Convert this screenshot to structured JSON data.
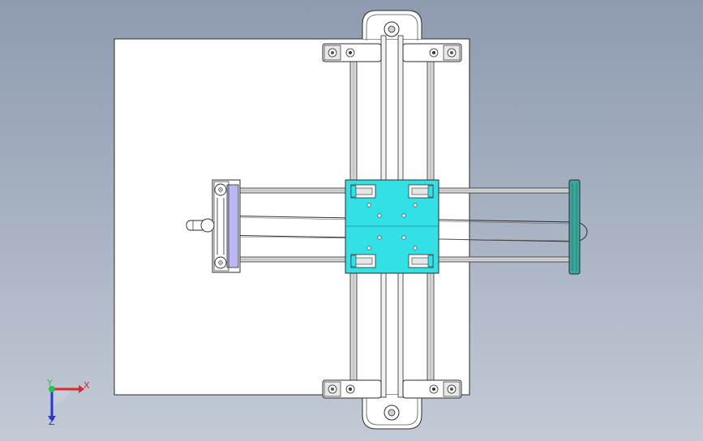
{
  "viewport": {
    "background_top": "#8e9bb0",
    "background_bottom": "#c3cad6"
  },
  "model": {
    "base_plate_color": "#ffffff",
    "rail_color": "#d9d9d9",
    "carriage_color": "#33e0e6",
    "end_stop_color": "#3aa79f",
    "slider_block_color": "#b9b7f0",
    "outline_color": "#2b2b2b"
  },
  "triad": {
    "x_label": "X",
    "y_label": "Y",
    "z_label": "Z",
    "x_color": "#e0262e",
    "y_color": "#2ac24a",
    "z_color": "#2637d6"
  }
}
